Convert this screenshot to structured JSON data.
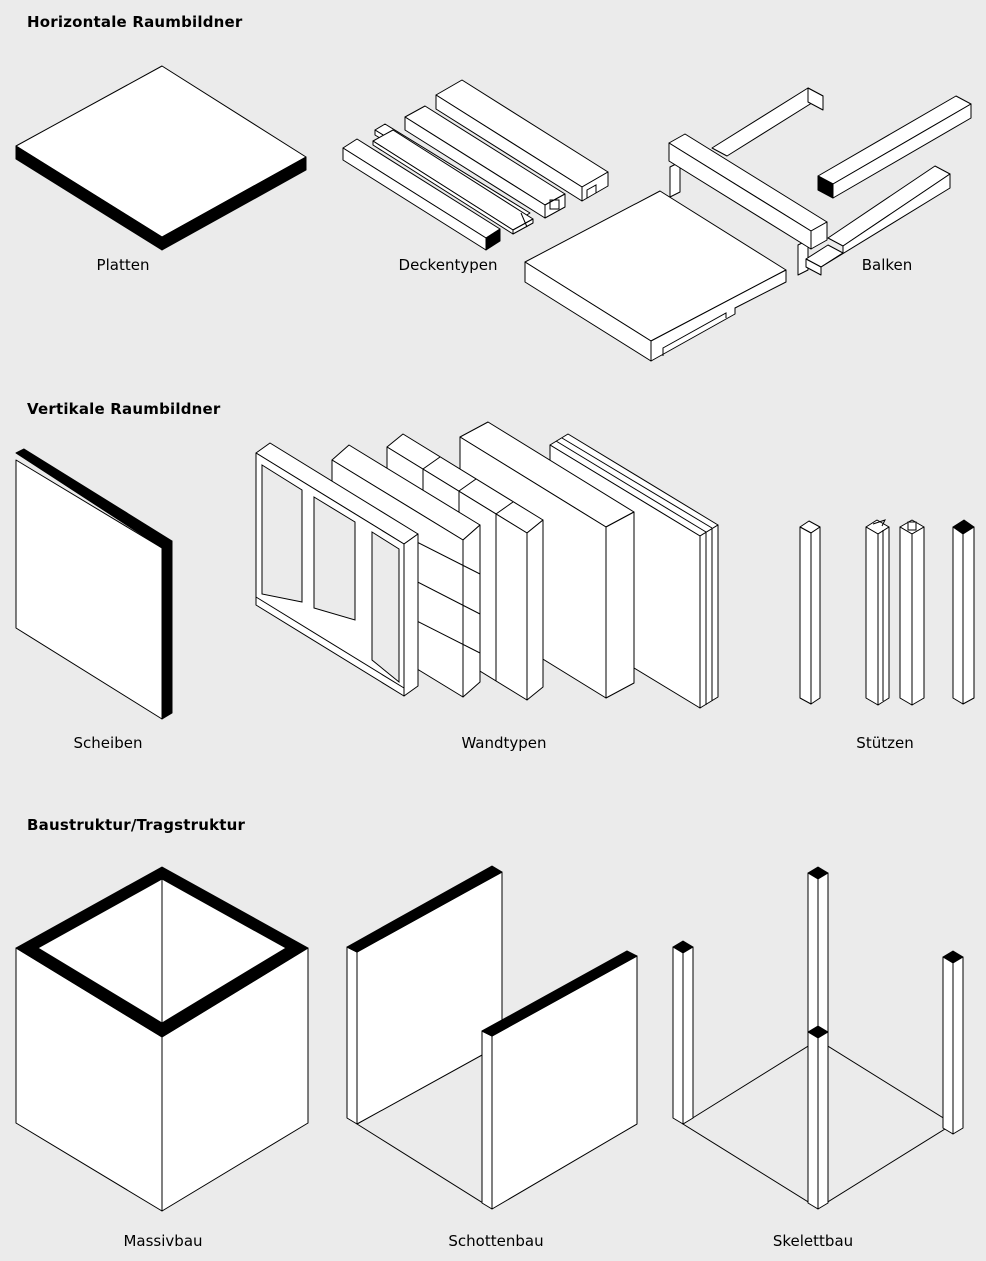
{
  "sections": {
    "horizontal": {
      "title": "Horizontale Raumbildner",
      "labels": {
        "platten": "Platten",
        "decken": "Deckentypen",
        "balken": "Balken"
      }
    },
    "vertical": {
      "title": "Vertikale Raumbildner",
      "labels": {
        "scheiben": "Scheiben",
        "wand": "Wandtypen",
        "stuetzen": "Stützen"
      }
    },
    "structure": {
      "title": "Baustruktur/Tragstruktur",
      "labels": {
        "massiv": "Massivbau",
        "schotten": "Schottenbau",
        "skelett": "Skelettbau"
      }
    }
  },
  "colors": {
    "background": "#ebebeb",
    "fill": "#ffffff",
    "section_cut": "#000000",
    "line": "#000000"
  }
}
